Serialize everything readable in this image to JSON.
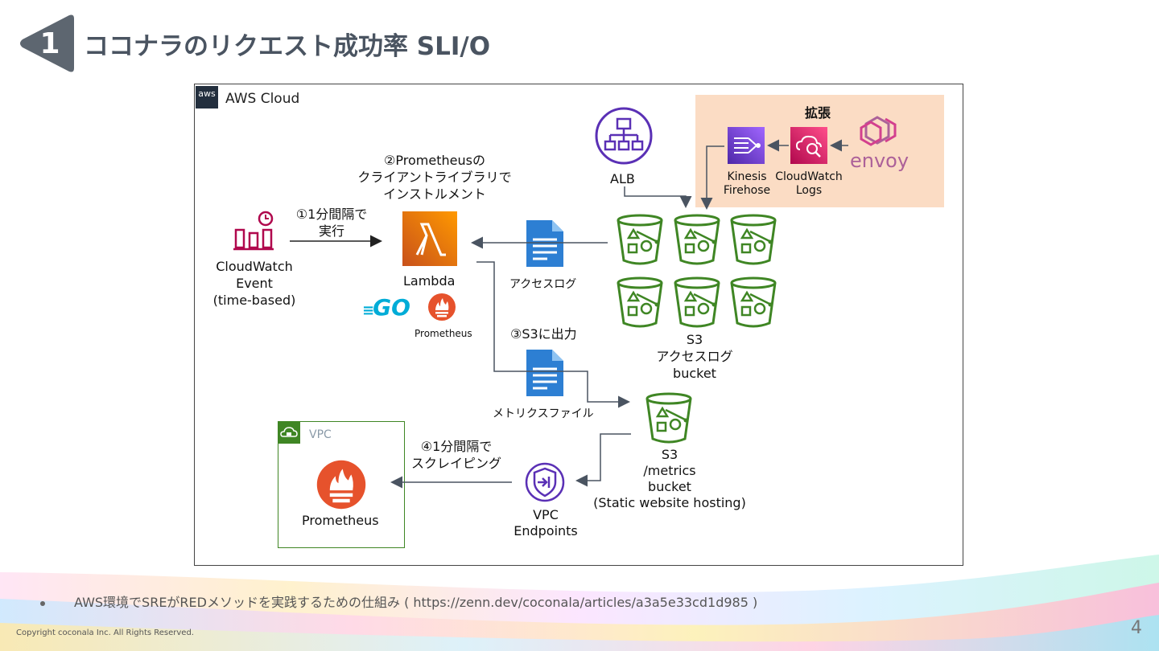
{
  "slide": {
    "number": "1",
    "title": "ココナラのリクエスト成功率 SLI/O",
    "page_number": "4",
    "copyright": "Copyright coconala Inc. All Rights Reserved.",
    "footnote": "AWS環境でSREがREDメソッドを実践するための仕組み ( https://zenn.dev/coconala/articles/a3a5e33cd1d985 )"
  },
  "diagram": {
    "aws_logo": "aws",
    "aws_cloud_label": "AWS Cloud",
    "extension_label": "拡張",
    "kinesis": [
      "Kinesis",
      "Firehose"
    ],
    "cloudwatch_logs": [
      "CloudWatch",
      "Logs"
    ],
    "envoy": "envoy",
    "alb": "ALB",
    "step2": [
      "②Prometheusの",
      "クライアントライブラリで",
      "インストルメント"
    ],
    "step1": [
      "①1分間隔で",
      "実行"
    ],
    "cloudwatch_event": [
      "CloudWatch",
      "Event",
      "(time-based)"
    ],
    "lambda": "Lambda",
    "go_logo": "GO",
    "prometheus_small": "Prometheus",
    "access_log_doc": "アクセスログ",
    "step3": "③S3に出力",
    "s3_access": [
      "S3",
      "アクセスログ",
      "bucket"
    ],
    "metrics_file_doc": "メトリクスファイル",
    "s3_metrics": [
      "S3",
      "/metrics",
      "bucket",
      "(Static website hosting)"
    ],
    "vpc_label": "VPC",
    "prometheus_server": "Prometheus",
    "step4": [
      "④1分間隔で",
      "スクレイピング"
    ],
    "vpc_endpoints": [
      "VPC",
      "Endpoints"
    ]
  },
  "colors": {
    "title": "#4a5461",
    "badge": "#5d6670",
    "s3": "#3f8624",
    "lambda": "#ed7100",
    "cloudwatch_event": "#b0084d",
    "alb_endpoints": "#5a30b5",
    "prometheus": "#e6522c",
    "kinesis": "#8c4fff",
    "cloudwatch_logs": "#e7157b",
    "go": "#00acd7",
    "document": "#2d7fd3",
    "extension_bg": "#fbdcc4"
  }
}
